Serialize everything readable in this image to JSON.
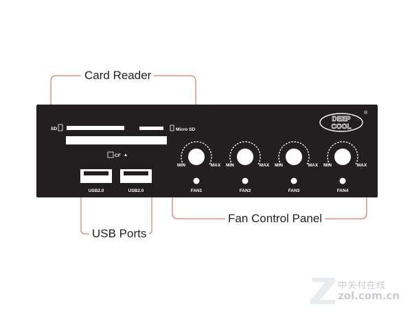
{
  "callouts": {
    "card_reader": "Card Reader",
    "usb_ports": "USB Ports",
    "fan_control_panel": "Fan Control Panel"
  },
  "panel": {
    "color": "#231f20",
    "outline_color": "#e07a5f",
    "brand": {
      "line1": "DEEP",
      "line2": "COOL",
      "registered": "®"
    },
    "card_slots": {
      "sd_label": "SD",
      "micro_sd_label": "Micro SD",
      "cf_label": "CF"
    },
    "usb": [
      {
        "label": "USB2.0"
      },
      {
        "label": "USB2.0"
      }
    ],
    "fans": [
      {
        "label": "FAN1",
        "min": "MIN",
        "max": "MAX"
      },
      {
        "label": "FAN2",
        "min": "MIN",
        "max": "MAX"
      },
      {
        "label": "FAN3",
        "min": "MIN",
        "max": "MAX"
      },
      {
        "label": "FAN4",
        "min": "MIN",
        "max": "MAX"
      }
    ]
  },
  "watermark": {
    "chinese": "中关村在线",
    "domain": "zol.com.cn"
  }
}
